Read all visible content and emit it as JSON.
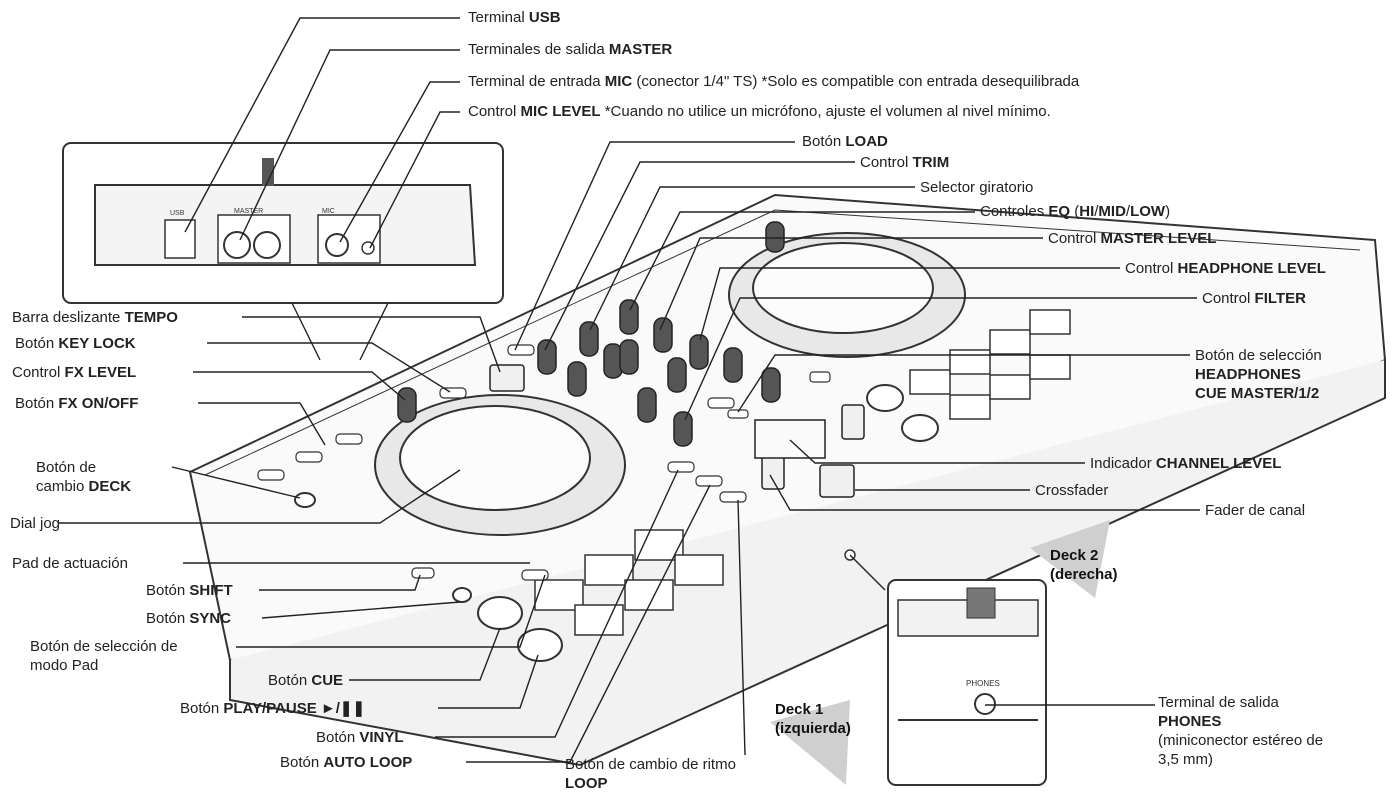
{
  "labels": {
    "usb": {
      "pre": "Terminal ",
      "bold": "USB",
      "post": ""
    },
    "master_out": {
      "pre": "Terminales de salida ",
      "bold": "MASTER",
      "post": ""
    },
    "mic_in": {
      "pre": "Terminal de entrada ",
      "bold": "MIC",
      "post": " (conector 1/4\" TS) *Solo es compatible con entrada desequilibrada"
    },
    "mic_level": {
      "pre": "Control ",
      "bold": "MIC LEVEL",
      "post": " *Cuando no utilice un micrófono, ajuste el volumen al nivel mínimo."
    },
    "load": {
      "pre": "Botón ",
      "bold": "LOAD",
      "post": ""
    },
    "trim": {
      "pre": "Control ",
      "bold": "TRIM",
      "post": ""
    },
    "rotary": {
      "pre": "Selector giratorio",
      "bold": "",
      "post": ""
    },
    "eq": {
      "pre": "Controles ",
      "bold": "EQ",
      "post": " (",
      "bold2": "HI",
      "sep1": "/",
      "bold3": "MID",
      "sep2": "/",
      "bold4": "LOW",
      "end": ")"
    },
    "master_level": {
      "pre": "Control ",
      "bold": "MASTER LEVEL",
      "post": ""
    },
    "headphone_level": {
      "pre": "Control ",
      "bold": "HEADPHONE LEVEL",
      "post": ""
    },
    "filter": {
      "pre": "Control ",
      "bold": "FILTER",
      "post": ""
    },
    "hp_select": {
      "line1": "Botón de selección",
      "line2": "HEADPHONES",
      "line3": "CUE MASTER/1/2"
    },
    "channel_level": {
      "pre": "Indicador ",
      "bold": "CHANNEL LEVEL",
      "post": ""
    },
    "crossfader": {
      "pre": "Crossfader",
      "bold": "",
      "post": ""
    },
    "channel_fader": {
      "pre": "Fader de canal",
      "bold": "",
      "post": ""
    },
    "tempo": {
      "pre": "Barra deslizante ",
      "bold": "TEMPO",
      "post": ""
    },
    "key_lock": {
      "pre": "Botón ",
      "bold": "KEY LOCK",
      "post": ""
    },
    "fx_level": {
      "pre": "Control ",
      "bold": "FX LEVEL",
      "post": ""
    },
    "fx_onoff": {
      "pre": "Botón ",
      "bold": "FX ON/OFF",
      "post": ""
    },
    "deck_change": {
      "line1": "Botón de",
      "line2pre": "cambio ",
      "line2bold": "DECK"
    },
    "jog": {
      "pre": "Dial jog",
      "bold": "",
      "post": ""
    },
    "pad": {
      "pre": "Pad de actuación",
      "bold": "",
      "post": ""
    },
    "shift": {
      "pre": "Botón ",
      "bold": "SHIFT",
      "post": ""
    },
    "sync": {
      "pre": "Botón ",
      "bold": "SYNC",
      "post": ""
    },
    "pad_mode": {
      "line1": "Botón de selección de",
      "line2": "modo Pad"
    },
    "cue": {
      "pre": "Botón ",
      "bold": "CUE",
      "post": ""
    },
    "play": {
      "pre": "Botón ",
      "bold": "PLAY/PAUSE ►/❚❚",
      "post": ""
    },
    "vinyl": {
      "pre": "Botón ",
      "bold": "VINYL",
      "post": ""
    },
    "auto_loop": {
      "pre": "Botón ",
      "bold": "AUTO LOOP",
      "post": ""
    },
    "beat_change": {
      "line1": "Botón de cambio de ritmo",
      "line2": "LOOP"
    },
    "phones": {
      "line1": "Terminal de salida",
      "line2": "PHONES",
      "line3": "(miniconector estéreo de",
      "line4": "3,5 mm)"
    }
  },
  "decks": {
    "deck1": {
      "line1": "Deck 1",
      "line2": "(izquierda)"
    },
    "deck2": {
      "line1": "Deck 2",
      "line2": "(derecha)"
    }
  },
  "inset_text": {
    "usb": "USB",
    "master": "MASTER",
    "mic": "MIC",
    "phones": "PHONES"
  }
}
